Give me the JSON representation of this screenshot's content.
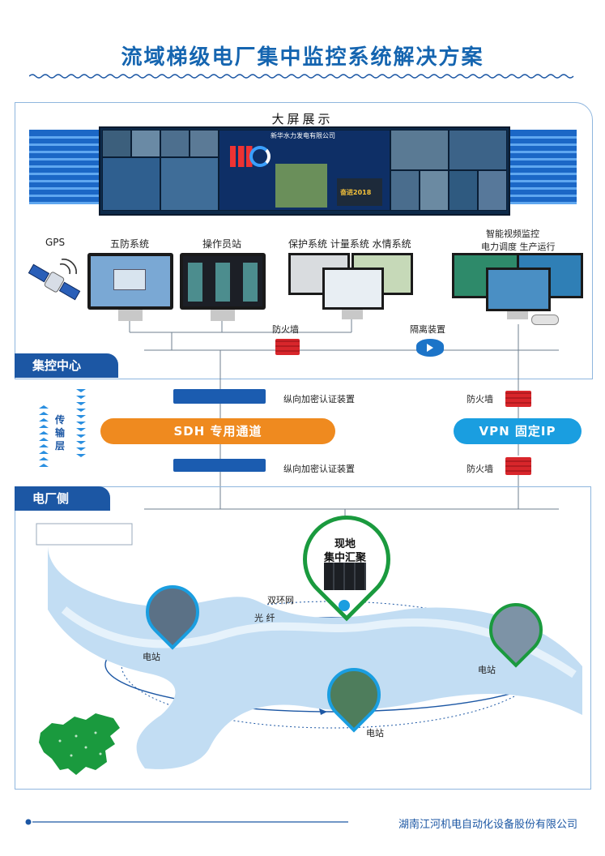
{
  "title": "流域梯级电厂集中监控系统解决方案",
  "big_screen": {
    "title": "大屏展示",
    "company": "新华水力发电有限公司",
    "logo_text": "奋进2018"
  },
  "sections": {
    "control_center": "集控中心",
    "plant_side": "电厂侧",
    "transmission": "传输层"
  },
  "systems": [
    {
      "id": "gps",
      "label": "GPS"
    },
    {
      "id": "wufang",
      "label": "五防系统"
    },
    {
      "id": "operator",
      "label": "操作员站"
    },
    {
      "id": "protect",
      "label": "保护系统  计量系统  水情系统"
    },
    {
      "id": "video_line1",
      "label": "智能视频监控"
    },
    {
      "id": "video_line2",
      "label": "电力调度 生产运行"
    }
  ],
  "devices": {
    "firewall": "防火墙",
    "isolation": "隔离装置",
    "encrypt_top": "纵向加密认证装置",
    "encrypt_bottom": "纵向加密认证装置",
    "firewall_right_top": "防火墙",
    "firewall_right_bottom": "防火墙"
  },
  "channels": {
    "sdh": "SDH 专用通道",
    "vpn": "VPN 固定IP"
  },
  "plant": {
    "hub_line1": "现地",
    "hub_line2": "集中汇聚",
    "ring_label": "双环网",
    "fiber_label": "光  纤",
    "station_left": "电站",
    "station_right": "电站",
    "station_bottom": "电站"
  },
  "colors": {
    "brand": "#1c57a4",
    "orange": "#ef8a1f",
    "cyan": "#1a9ee0",
    "green": "#1a9a3e",
    "firewall": "#d8262b"
  },
  "footer": {
    "company": "湖南江河机电自动化设备股份有限公司"
  }
}
